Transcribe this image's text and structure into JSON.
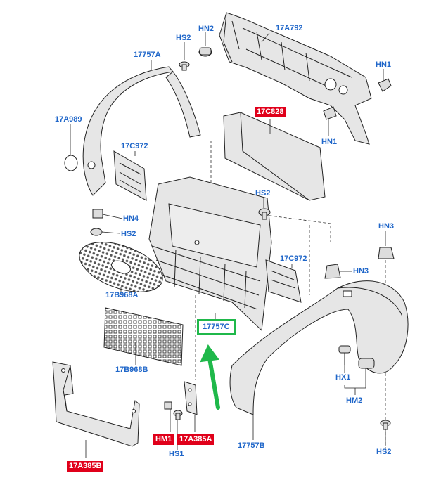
{
  "colors": {
    "label_text": "#1f66c9",
    "highlight_red": "#e0001a",
    "highlight_green": "#1fb84a",
    "line": "#222222",
    "part_fill": "#e6e6e6"
  },
  "labels": {
    "l_17A792": "17A792",
    "l_hs2_top": "HS2",
    "l_hn2": "HN2",
    "l_17757A": "17757A",
    "l_hn1_right": "HN1",
    "l_17C828": "17C828",
    "l_hn1_mid": "HN1",
    "l_17A989": "17A989",
    "l_17C972_left": "17C972",
    "l_hs2_mid": "HS2",
    "l_hn4": "HN4",
    "l_hs2_left": "HS2",
    "l_hn3_top": "HN3",
    "l_17C972_right": "17C972",
    "l_hn3": "HN3",
    "l_17B968A": "17B968A",
    "l_17757C": "17757C",
    "l_17B968B": "17B968B",
    "l_hx1": "HX1",
    "l_hm2": "HM2",
    "l_hm1": "HM1",
    "l_17A385A": "17A385A",
    "l_hs1": "HS1",
    "l_17757B": "17757B",
    "l_hs2_bottom": "HS2",
    "l_17A385B": "17A385B"
  }
}
